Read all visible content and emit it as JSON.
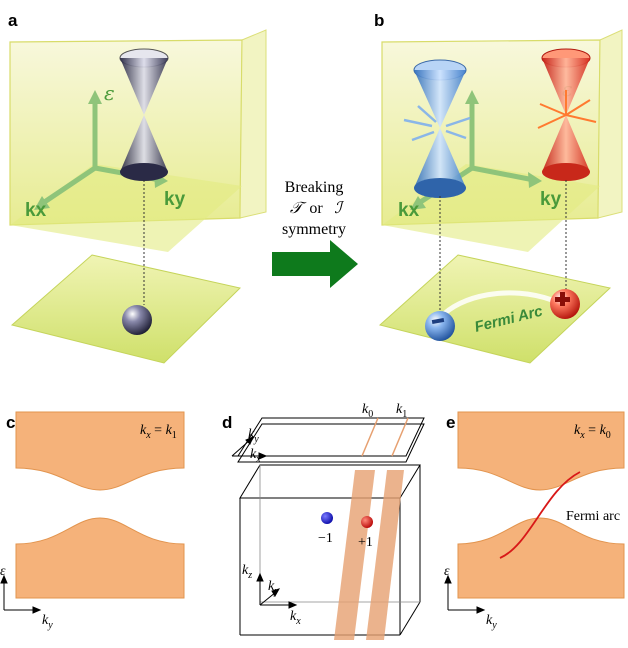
{
  "panels": {
    "a": "a",
    "b": "b",
    "c": "c",
    "d": "d",
    "e": "e"
  },
  "axes3d": {
    "energy": "ε",
    "kx": "kx",
    "ky": "ky"
  },
  "middle": {
    "line1": "Breaking",
    "line2_sym1": "𝒯",
    "line2_or": "or",
    "line2_sym2": "ℐ",
    "line3": "symmetry"
  },
  "fermi_arc_3d": "Fermi Arc",
  "panel_c": {
    "label": "kx = k1",
    "yaxis": "ε",
    "xaxis": "ky"
  },
  "panel_d": {
    "top_kx": "kx",
    "top_ky": "ky",
    "k0": "k0",
    "k1": "k1",
    "kz": "kz",
    "ky": "ky",
    "kx": "kx",
    "charge_neg": "−1",
    "charge_pos": "+1"
  },
  "panel_e": {
    "label": "kx = k0",
    "arc": "Fermi arc",
    "yaxis": "ε",
    "xaxis": "ky"
  },
  "colors": {
    "band": "#f5b27a",
    "band_edge": "#e2944e",
    "arrow": "#0e7a1c",
    "wall": "#eef0a4",
    "floor": "#d9e86a",
    "axis_green": "#4a9a3a",
    "blue_node": "#1a1ad6",
    "red_node": "#e01010",
    "arc_red": "#d81818"
  }
}
